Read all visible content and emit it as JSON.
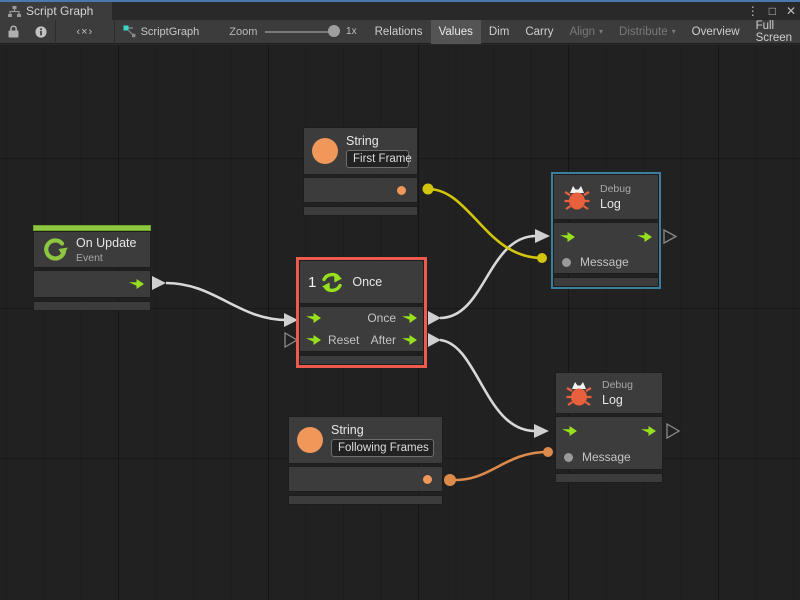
{
  "window": {
    "tab_title": "Script Graph",
    "controls": {
      "more": "⋮",
      "maximize": "□",
      "close": "✕"
    }
  },
  "toolbar": {
    "code_glyph": "‹×›",
    "graph_name": "ScriptGraph",
    "zoom_label": "Zoom",
    "zoom_value": "1x",
    "dropdown_arrow": "▾",
    "buttons": [
      {
        "label": "Relations",
        "state": "normal"
      },
      {
        "label": "Values",
        "state": "active"
      },
      {
        "label": "Dim",
        "state": "normal"
      },
      {
        "label": "Carry",
        "state": "normal"
      },
      {
        "label": "Align",
        "state": "disabled",
        "dropdown": true
      },
      {
        "label": "Distribute",
        "state": "disabled",
        "dropdown": true
      },
      {
        "label": "Overview",
        "state": "normal"
      },
      {
        "label": "Full Screen",
        "state": "normal"
      }
    ]
  },
  "graph": {
    "nodes": {
      "on_update": {
        "title": "On Update",
        "subtitle": "Event"
      },
      "string_first": {
        "title": "String",
        "value": "First Frame"
      },
      "string_following": {
        "title": "String",
        "value": "Following Frames"
      },
      "once": {
        "count": "1",
        "title": "Once",
        "out_once": "Once",
        "in_reset": "Reset",
        "out_after": "After"
      },
      "debug_log_top": {
        "category": "Debug",
        "title": "Log",
        "input": "Message"
      },
      "debug_log_bottom": {
        "category": "Debug",
        "title": "Log",
        "input": "Message"
      }
    },
    "colors": {
      "selection_red": "#ef5a4e",
      "selection_blue": "#3b7ea1",
      "flow_green": "#97e01e",
      "event_green": "#8dc63f",
      "string_orange": "#f0975a",
      "wire_white": "#d8d8d8",
      "wire_yellow": "#d3c50b",
      "wire_orange": "#dd8a4b",
      "bug_red": "#e8603c"
    }
  }
}
